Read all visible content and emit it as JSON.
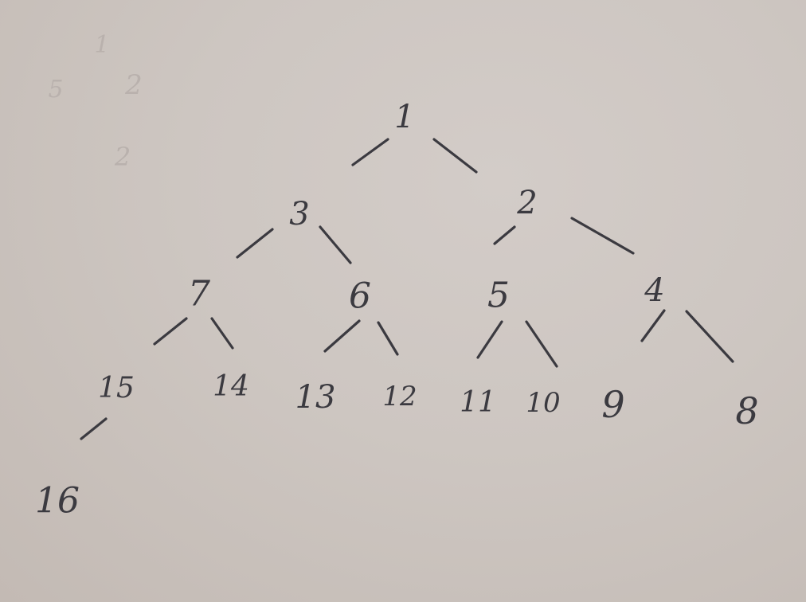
{
  "tree": {
    "nodes": [
      {
        "id": "1",
        "label": "1"
      },
      {
        "id": "3",
        "label": "3"
      },
      {
        "id": "2",
        "label": "2"
      },
      {
        "id": "7",
        "label": "7"
      },
      {
        "id": "6",
        "label": "6"
      },
      {
        "id": "5",
        "label": "5"
      },
      {
        "id": "4",
        "label": "4"
      },
      {
        "id": "15",
        "label": "15"
      },
      {
        "id": "14",
        "label": "14"
      },
      {
        "id": "13",
        "label": "13"
      },
      {
        "id": "12",
        "label": "12"
      },
      {
        "id": "11",
        "label": "11"
      },
      {
        "id": "10",
        "label": "10"
      },
      {
        "id": "9",
        "label": "9"
      },
      {
        "id": "8",
        "label": "8"
      },
      {
        "id": "16",
        "label": "16"
      }
    ],
    "edges": [
      {
        "from": "1",
        "to": "3"
      },
      {
        "from": "1",
        "to": "2"
      },
      {
        "from": "3",
        "to": "7"
      },
      {
        "from": "3",
        "to": "6"
      },
      {
        "from": "2",
        "to": "5"
      },
      {
        "from": "2",
        "to": "4"
      },
      {
        "from": "7",
        "to": "15"
      },
      {
        "from": "7",
        "to": "14"
      },
      {
        "from": "6",
        "to": "13"
      },
      {
        "from": "6",
        "to": "12"
      },
      {
        "from": "5",
        "to": "11"
      },
      {
        "from": "5",
        "to": "10"
      },
      {
        "from": "4",
        "to": "9"
      },
      {
        "from": "4",
        "to": "8"
      },
      {
        "from": "15",
        "to": "16"
      }
    ]
  },
  "faint_marks": [
    "1",
    "2",
    "2",
    "5"
  ],
  "colors": {
    "paper": "#cdc6c1",
    "ink": "#3b3a40",
    "faint_ink": "#b9b1ad"
  }
}
